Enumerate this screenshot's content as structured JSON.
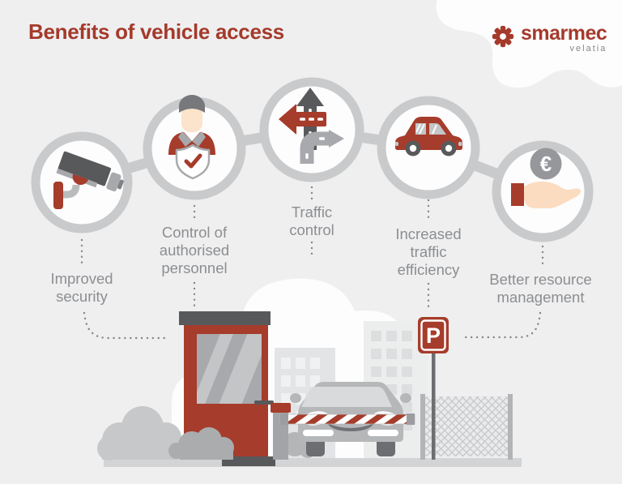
{
  "title": "Benefits of vehicle access",
  "logo": {
    "brand": "smarmec",
    "sub_brand": "velatia"
  },
  "benefits": [
    {
      "label": "Improved security",
      "icon": "cctv-camera-icon"
    },
    {
      "label": "Control of authorised personnel",
      "icon": "guard-shield-check-icon"
    },
    {
      "label": "Traffic control",
      "icon": "direction-arrows-icon"
    },
    {
      "label": "Increased traffic efficiency",
      "icon": "car-side-icon"
    },
    {
      "label": "Better resource management",
      "icon": "hand-euro-coin-icon"
    }
  ],
  "symbols": {
    "parking_sign_letter": "P",
    "euro_currency": "€"
  },
  "colors": {
    "background": "#efeff0",
    "brand_red": "#a53a2b",
    "scene_red": "#a63c2b",
    "label_gray": "#8c8e91",
    "ring_gray": "#c9cacb",
    "dark_gray": "#58595b",
    "mid_gray": "#a7a9ac",
    "ground_gray": "#d2d4d5"
  }
}
